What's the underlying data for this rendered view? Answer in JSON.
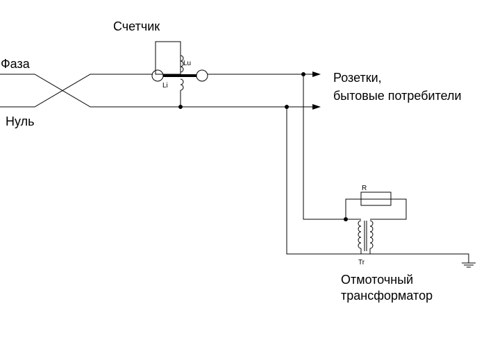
{
  "labels": {
    "meter": "Счетчик",
    "phase": "Фаза",
    "neutral": "Нуль",
    "outlets_line1": "Розетки,",
    "outlets_line2": "бытовые потребители",
    "lu": "Lu",
    "li": "Li",
    "resistor": "R",
    "transformer_tag": "Tr",
    "transformer_line1": "Отмоточный",
    "transformer_line2": "трансформатор"
  }
}
